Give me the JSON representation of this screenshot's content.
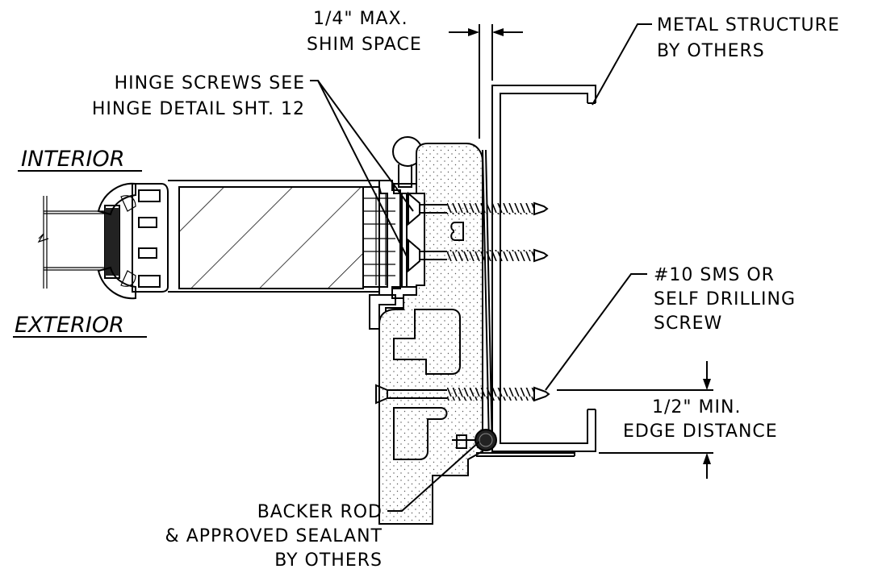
{
  "labels": {
    "shim_space": [
      "1/4\" MAX.",
      "SHIM SPACE"
    ],
    "metal_structure": [
      "METAL STRUCTURE",
      "BY OTHERS"
    ],
    "hinge_screws": [
      "HINGE SCREWS SEE",
      "HINGE DETAIL SHT. 12"
    ],
    "interior": "INTERIOR",
    "exterior": "EXTERIOR",
    "sms_screw": [
      "#10 SMS OR",
      "SELF DRILLING",
      "SCREW"
    ],
    "edge_distance": [
      "1/2\" MIN.",
      "EDGE DISTANCE"
    ],
    "backer_rod": [
      "BACKER ROD",
      "& APPROVED SEALANT",
      "BY OTHERS"
    ]
  }
}
